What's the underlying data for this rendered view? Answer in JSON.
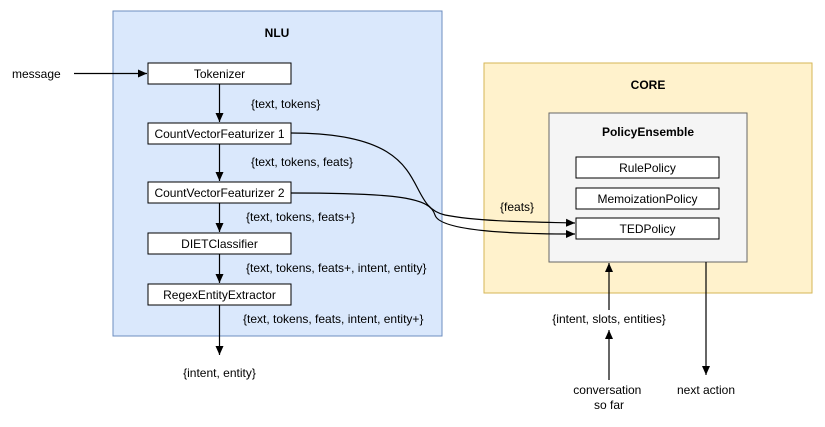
{
  "nlu": {
    "title": "NLU",
    "input_label": "message",
    "components": [
      "Tokenizer",
      "CountVectorFeaturizer 1",
      "CountVectorFeaturizer 2",
      "DIETClassifier",
      "RegexEntityExtractor"
    ],
    "flows": [
      "{text, tokens}",
      "{text, tokens, feats}",
      "{text, tokens, feats+}",
      "{text, tokens, feats+, intent, entity}",
      "{text, tokens, feats, intent, entity+}"
    ],
    "output_label": "{intent, entity}"
  },
  "core": {
    "title": "CORE",
    "ensemble_title": "PolicyEnsemble",
    "policies": [
      "RulePolicy",
      "MemoizationPolicy",
      "TEDPolicy"
    ],
    "feats_label": "{feats}",
    "state_label": "{intent, slots, entities}",
    "history_label": "conversation so far",
    "output_label": "next action"
  },
  "colors": {
    "nlu_fill": "#dae8fc",
    "nlu_stroke": "#6c8ebf",
    "core_fill": "#fff2cc",
    "core_stroke": "#d6b656",
    "ensemble_fill": "#f5f5f5",
    "ensemble_stroke": "#666666"
  }
}
